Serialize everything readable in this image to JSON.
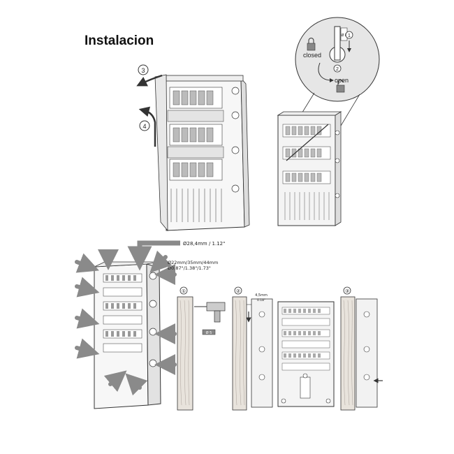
{
  "title": "Instalacion",
  "steps": {
    "s1": "1",
    "s2": "2",
    "s3": "3",
    "s4": "4",
    "c1": "①",
    "c2": "②",
    "c3": "③"
  },
  "lock": {
    "closed": "closed",
    "open": "open",
    "small_label": "Ø 8"
  },
  "dims": {
    "knockout_top": "Ø28,4mm / 1.12\"",
    "knockout_side_mm": "Ø22mm/35mm/44mm",
    "knockout_side_in": "Ø0.87\"/1.38\"/1.73\"",
    "wall_gap_mm": "4,5mm",
    "wall_gap_in": "0.18\"",
    "drill_bit": "Ø 5"
  },
  "colors": {
    "arrow_gray": "#8a8a8a",
    "line": "#333333",
    "wood": "#e8e3dc",
    "panel": "#f2f2f2"
  }
}
